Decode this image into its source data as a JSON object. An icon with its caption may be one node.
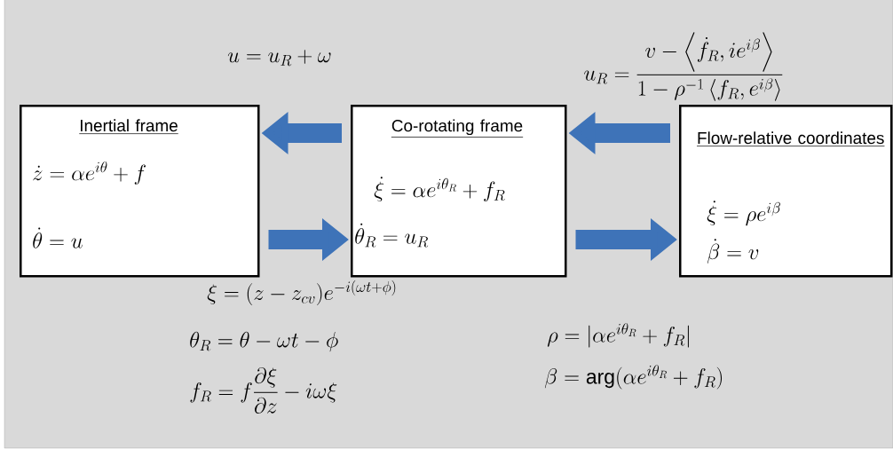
{
  "diagram": {
    "nodes": [
      {
        "text": [
          "Inertial frame",
          "\\dot{z} = \\alpha e^{i\\theta} + f",
          "\\dot{\\theta} = u"
        ]
      },
      {
        "text": [
          "Co-rotating frame",
          "\\dot{\\xi} = \\alpha e^{i\\theta_R} + f_R",
          "\\dot{\\theta}_R = u_R"
        ]
      },
      {
        "text": [
          "Flow-relative coordinates",
          "\\dot{\\xi} = \\rho e^{i\\beta}",
          "\\dot{\\beta} = v"
        ]
      }
    ],
    "edges": [
      {
        "from": 1,
        "to": 0,
        "arrow": "to"
      },
      {
        "from": 0,
        "to": 1,
        "arrow": "to"
      },
      {
        "from": 2,
        "to": 1,
        "arrow": "to"
      },
      {
        "from": 1,
        "to": 2,
        "arrow": "to"
      }
    ],
    "labels": [
      "u = u_R + \\omega",
      "u_R = \\frac{v - \\left\\langle \\dot{f}_R, i e^{i\\beta} \\right\\rangle}{1 - \\rho^{-1} \\left\\langle f_R, e^{i\\beta} \\right\\rangle}",
      "\\xi = (z - z_{cv}) e^{-i(\\omega t + \\phi)}",
      "\\theta_R = \\theta - \\omega t - \\phi",
      "\\rho = |\\alpha e^{i\\theta_R} + f_R|",
      "f_R = f \\frac{\\partial \\xi}{\\partial z} - i\\omega\\xi",
      "\\beta = \\arg(\\alpha e^{i\\theta_R} + f_R)"
    ]
  }
}
